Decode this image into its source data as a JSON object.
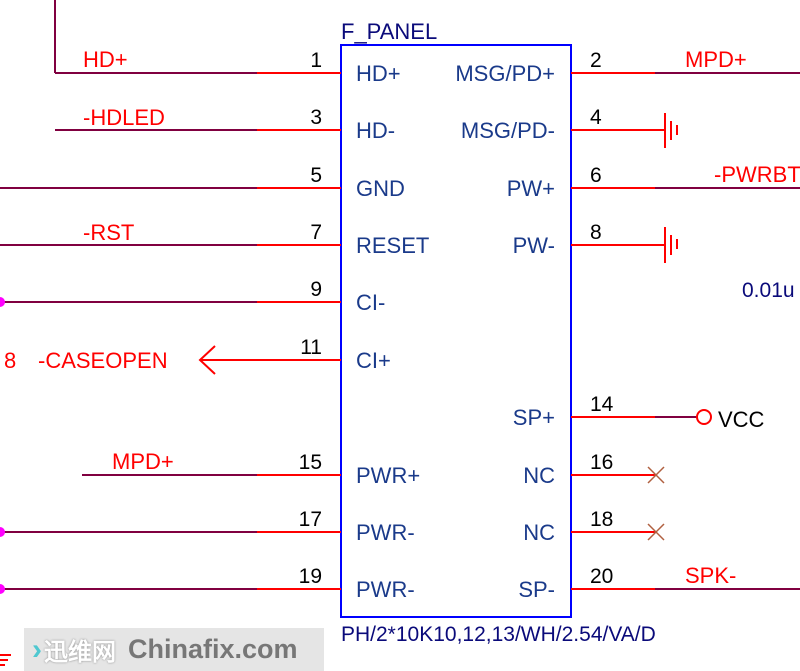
{
  "component": {
    "title": "F_PANEL",
    "footprint": "PH/2*10K10,12,13/WH/2.54/VA/D",
    "left_pins": [
      {
        "num": "1",
        "name": "HD+"
      },
      {
        "num": "3",
        "name": "HD-"
      },
      {
        "num": "5",
        "name": "GND"
      },
      {
        "num": "7",
        "name": "RESET"
      },
      {
        "num": "9",
        "name": "CI-"
      },
      {
        "num": "11",
        "name": "CI+"
      },
      {
        "num": "15",
        "name": "PWR+"
      },
      {
        "num": "17",
        "name": "PWR-"
      },
      {
        "num": "19",
        "name": "PWR-"
      }
    ],
    "right_pins": [
      {
        "num": "2",
        "name": "MSG/PD+"
      },
      {
        "num": "4",
        "name": "MSG/PD-"
      },
      {
        "num": "6",
        "name": "PW+"
      },
      {
        "num": "8",
        "name": "PW-"
      },
      {
        "num": "14",
        "name": "SP+"
      },
      {
        "num": "16",
        "name": "NC"
      },
      {
        "num": "18",
        "name": "NC"
      },
      {
        "num": "20",
        "name": "SP-"
      }
    ]
  },
  "nets": {
    "hd_plus": "HD+",
    "hdled": "-HDLED",
    "rst": "-RST",
    "caseopen_ref": "8",
    "caseopen": "-CASEOPEN",
    "mpd_left": "MPD+",
    "mpd_right": "MPD+",
    "pwrbt": "-PWRBT",
    "vcc": "VCC",
    "spk": "SPK-",
    "cap_value": "0.01u"
  },
  "watermark": {
    "chinese": "迅维网",
    "site": "Chinafix.com"
  },
  "colors": {
    "pin": "#ff0000",
    "wire": "#800040",
    "body": "#0000ff",
    "junction": "#ff00ff"
  }
}
